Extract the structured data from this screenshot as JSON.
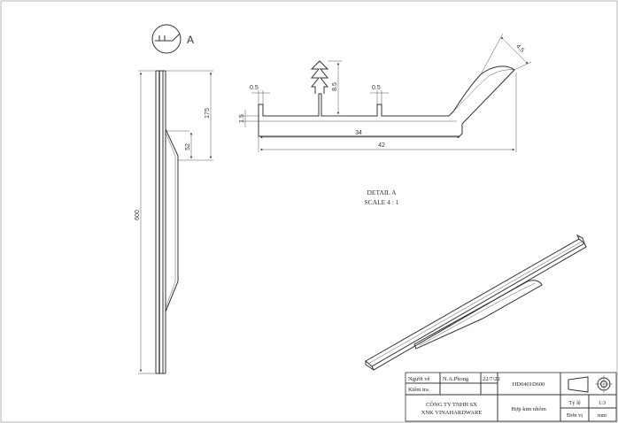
{
  "view_label": "A",
  "side_view": {
    "length": "600",
    "dim_175": "175",
    "dim_52": "52"
  },
  "profile": {
    "dim_0_5_left": "0.5",
    "dim_0_5_right": "0.5",
    "dim_8_5": "8.5",
    "dim_1_5": "1.5",
    "dim_34": "34",
    "dim_42": "42",
    "dim_4_5": "4.5"
  },
  "detail": {
    "title": "DETAIL A",
    "scale": "SCALE 4 : 1"
  },
  "title_block": {
    "drawn_by_label": "Người vẽ",
    "drawn_by": "N.A.Phong",
    "date": "22/7/22",
    "checked_label": "Kiểm tra",
    "drawing_no": "HD0401D600",
    "company_line1": "CÔNG TY TNHH SX",
    "company_line2": "XNK VINAHARDWARE",
    "material": "Hợp kim nhôm",
    "scale_label": "Tỷ lệ",
    "scale_value": "1:3",
    "unit_label": "Đơn vị",
    "unit_value": "mm"
  }
}
